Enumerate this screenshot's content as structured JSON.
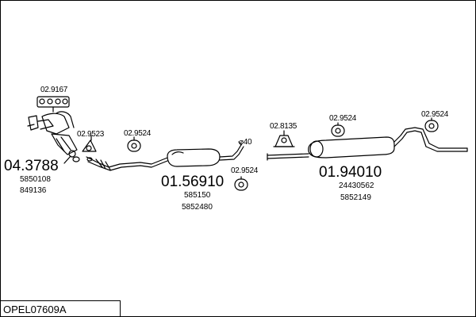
{
  "assembly": {
    "group_1": {
      "number": "04.3788",
      "refs": [
        "5850108",
        "849136"
      ]
    },
    "group_2": {
      "number": "01.56910",
      "refs": [
        "585150",
        "5852480"
      ]
    },
    "group_3": {
      "number": "01.94010",
      "refs": [
        "24430562",
        "5852149"
      ]
    }
  },
  "parts": {
    "gasket_manifold": "02.9167",
    "gasket_cat": "02.9523",
    "rubber_mount_1": "02.9524",
    "rubber_mount_2": "02.9524",
    "rubber_mount_3": "02.9524",
    "rubber_mount_4": "02.9524",
    "clamp": "02.8135",
    "pipe_diameter": "⌀40"
  },
  "footer": {
    "code": "OPEL07609A"
  },
  "colors": {
    "line": "#000000",
    "background": "#ffffff"
  }
}
